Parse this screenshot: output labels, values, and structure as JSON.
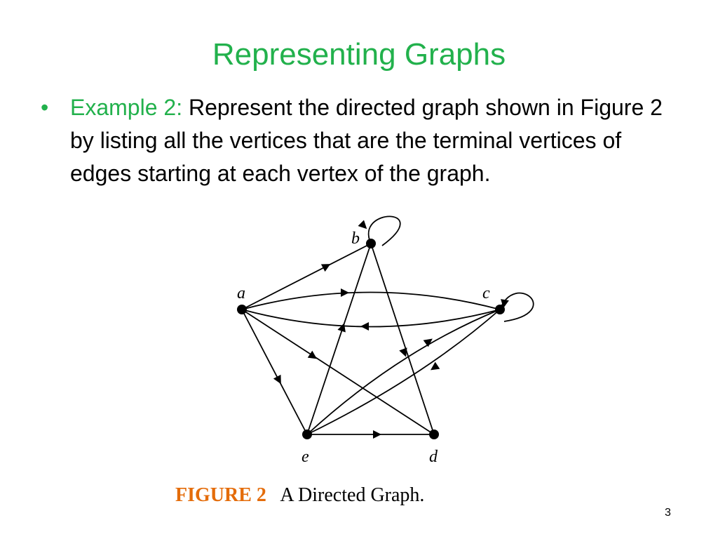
{
  "slide": {
    "title": "Representing Graphs",
    "bullet": {
      "label": "Example 2:",
      "text": "Represent the directed graph shown in Figure 2 by listing all the vertices that are the terminal vertices of edges starting at each vertex of the graph."
    },
    "caption": {
      "figure_label": "FIGURE 2",
      "text": "A Directed Graph."
    },
    "page_number": "3"
  },
  "graph": {
    "directed": true,
    "vertices": [
      {
        "id": "a",
        "label": "a"
      },
      {
        "id": "b",
        "label": "b"
      },
      {
        "id": "c",
        "label": "c"
      },
      {
        "id": "d",
        "label": "d"
      },
      {
        "id": "e",
        "label": "e"
      }
    ],
    "edges": [
      {
        "from": "a",
        "to": "b"
      },
      {
        "from": "a",
        "to": "c"
      },
      {
        "from": "a",
        "to": "d"
      },
      {
        "from": "a",
        "to": "e"
      },
      {
        "from": "b",
        "to": "b"
      },
      {
        "from": "b",
        "to": "d"
      },
      {
        "from": "c",
        "to": "a"
      },
      {
        "from": "c",
        "to": "c"
      },
      {
        "from": "c",
        "to": "e"
      },
      {
        "from": "e",
        "to": "b"
      },
      {
        "from": "e",
        "to": "c"
      },
      {
        "from": "e",
        "to": "d"
      }
    ]
  }
}
